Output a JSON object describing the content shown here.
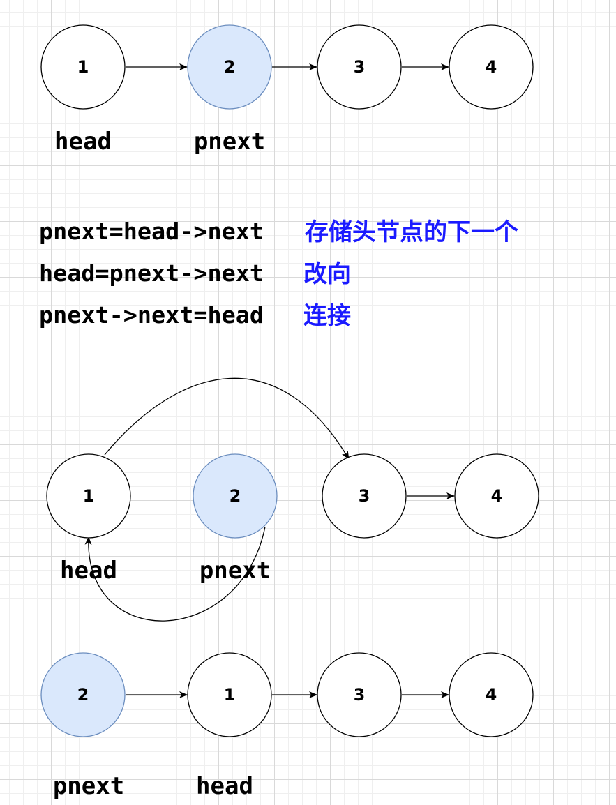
{
  "colors": {
    "node_fill": "#ffffff",
    "highlight_fill": "#dae8fc",
    "node_stroke": "#000000",
    "highlight_stroke": "#6c8ebf",
    "comment_text": "#1a1aff"
  },
  "step1": {
    "nodes": [
      "1",
      "2",
      "3",
      "4"
    ],
    "pointers": [
      "head",
      "pnext"
    ]
  },
  "code": [
    {
      "statement": "pnext=head->next",
      "comment": "存储头节点的下一个"
    },
    {
      "statement": "head=pnext->next",
      "comment": "改向"
    },
    {
      "statement": "pnext->next=head",
      "comment": "连接"
    }
  ],
  "step2": {
    "nodes": [
      "1",
      "2",
      "3",
      "4"
    ],
    "pointers": [
      "head",
      "pnext"
    ]
  },
  "step3": {
    "nodes": [
      "2",
      "1",
      "3",
      "4"
    ],
    "pointers": [
      "pnext",
      "head"
    ]
  }
}
